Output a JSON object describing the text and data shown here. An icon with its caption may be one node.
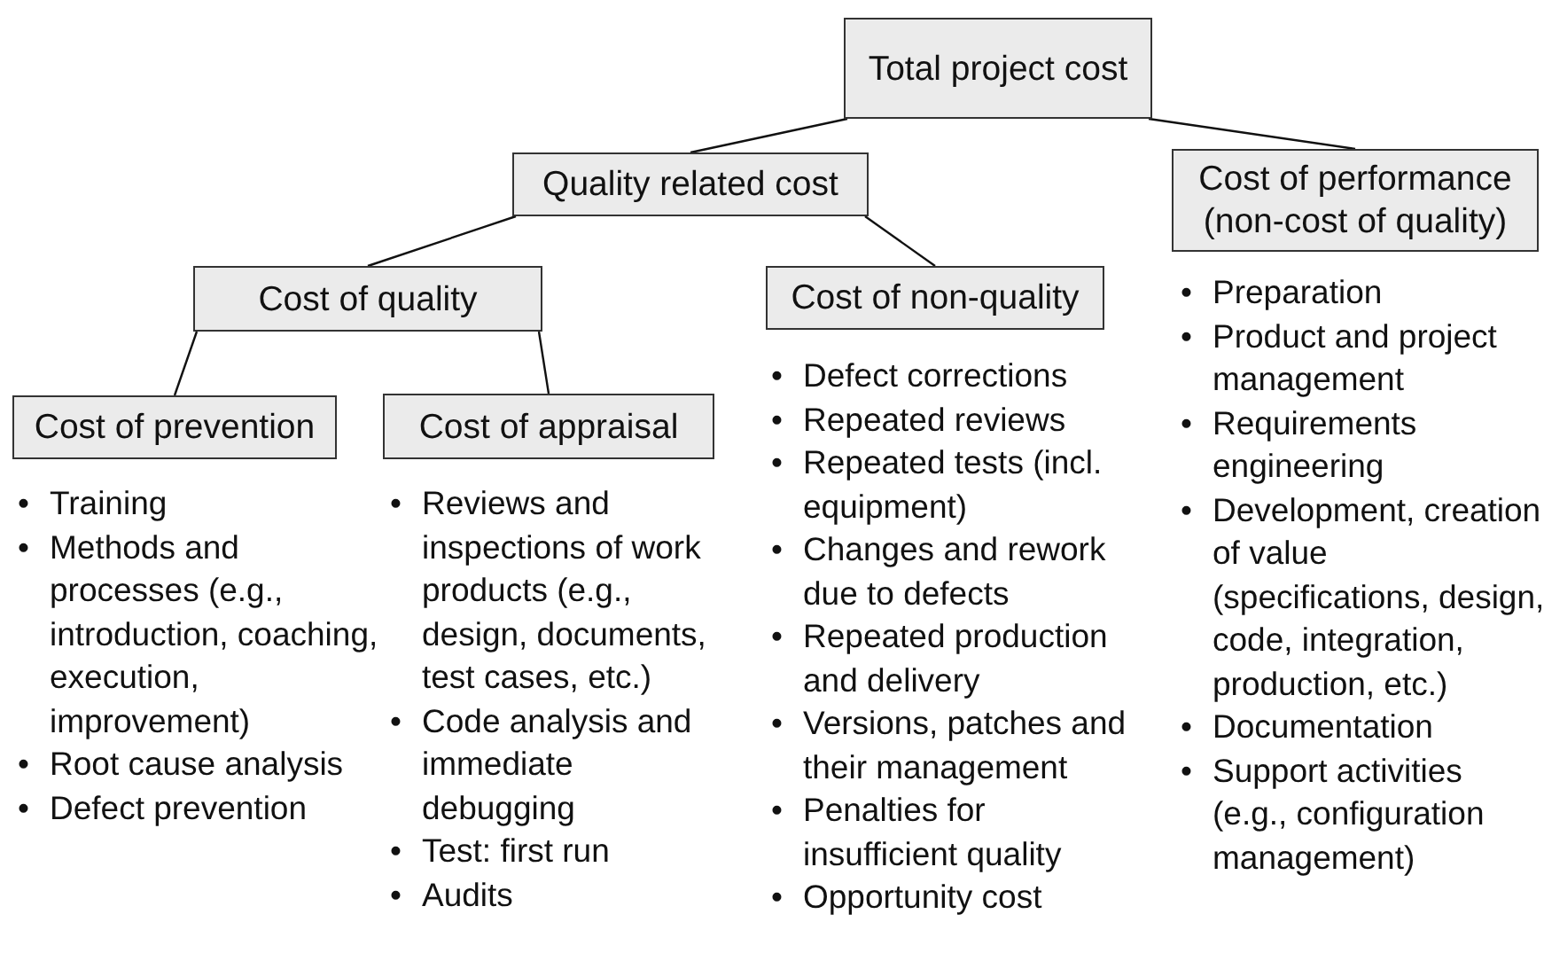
{
  "diagram": {
    "nodes": [
      {
        "text": [
          "Total project cost"
        ]
      },
      {
        "text": [
          "Quality related cost"
        ]
      },
      {
        "text": [
          "Cost of performance (non-cost of quality)"
        ],
        "beside": [
          "•\tPreparation",
          "•\tProduct and project management",
          "•\tRequirements engineering",
          "•\tDevelopment, creation of value (specifications, design, code, integration, production, etc.)",
          "•\tDocumentation",
          "•\tSupport activities (e.g., configuration management)"
        ]
      },
      {
        "text": [
          "Cost of quality"
        ]
      },
      {
        "text": [
          "Cost of non-quality"
        ],
        "beside": [
          "•\tDefect corrections",
          "•\tRepeated reviews",
          "•\tRepeated tests (incl. equipment)",
          "•\tChanges and rework due to defects",
          "•\tRepeated production and delivery",
          "•\tVersions, patches and their management",
          "•\tPenalties for insufficient quality",
          "•\tOpportunity cost"
        ]
      },
      {
        "text": [
          "Cost of prevention"
        ],
        "beside": [
          "•\tTraining",
          "•\tMethods and processes (e.g., introduction, coaching, execution, improvement)",
          "•\tRoot cause analysis",
          "•\tDefect prevention"
        ]
      },
      {
        "text": [
          "Cost of appraisal"
        ],
        "beside": [
          "•\tReviews and inspections of work products (e.g., design, documents, test cases, etc.)",
          "•\tCode analysis and immediate debugging",
          "•\tTest: first run",
          "•\tAudits"
        ]
      }
    ],
    "edges": [
      {
        "from": 0,
        "to": 1,
        "arrow": "none"
      },
      {
        "from": 0,
        "to": 2,
        "arrow": "none"
      },
      {
        "from": 1,
        "to": 3,
        "arrow": "none"
      },
      {
        "from": 1,
        "to": 4,
        "arrow": "none"
      },
      {
        "from": 3,
        "to": 5,
        "arrow": "none"
      },
      {
        "from": 3,
        "to": 6,
        "arrow": "none"
      }
    ]
  }
}
